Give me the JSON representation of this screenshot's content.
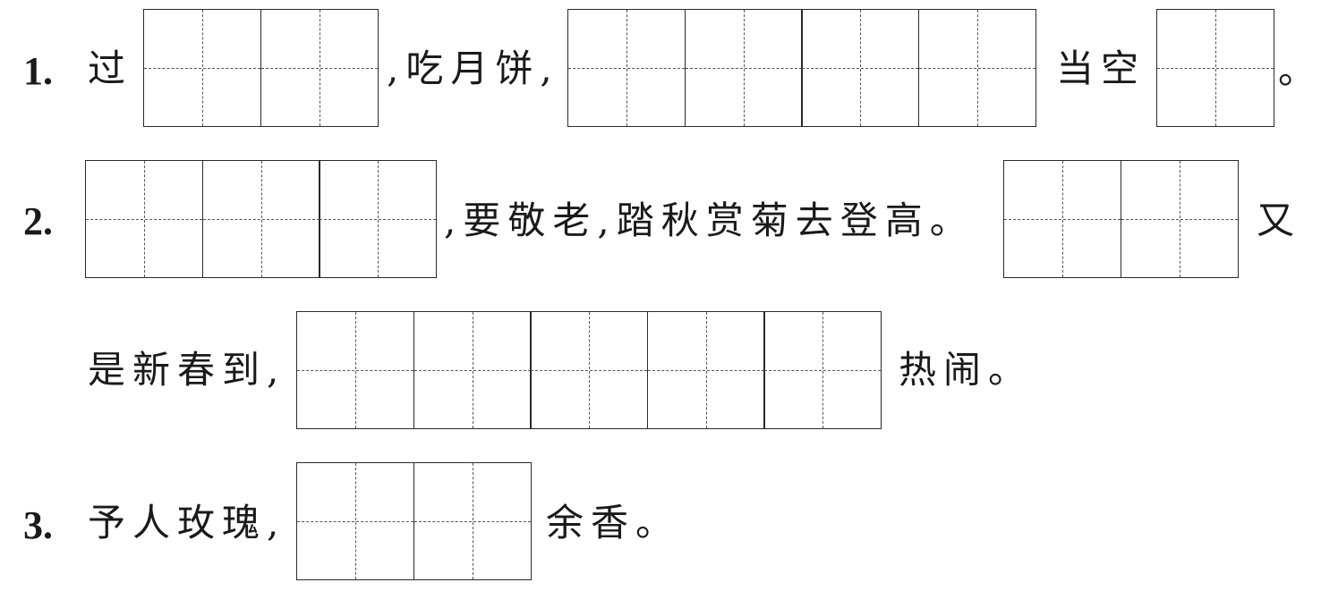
{
  "items": [
    {
      "number": "1.",
      "texts": [
        "过",
        ",吃月饼,",
        "当空",
        "。"
      ]
    },
    {
      "number": "2.",
      "texts": [
        ",要敬老,踏秋赏菊去登高。",
        "又",
        "是新春到,",
        "热闹。"
      ]
    },
    {
      "number": "3.",
      "texts": [
        "予人玫瑰,",
        "余香。"
      ]
    }
  ]
}
